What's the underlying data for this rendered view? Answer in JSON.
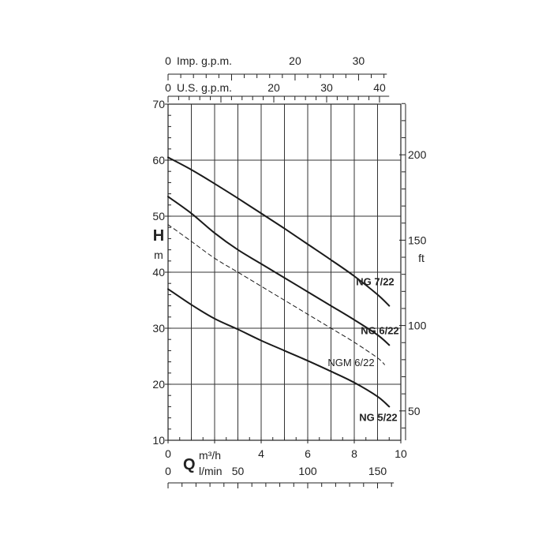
{
  "chart_data": {
    "type": "line",
    "x_axis": {
      "unit": "m³/h",
      "range": [
        0,
        10
      ],
      "ticks": [
        0,
        2,
        4,
        6,
        8,
        10
      ],
      "tick_labels": [
        "0",
        "",
        "4",
        "6",
        "8",
        "10"
      ]
    },
    "x_axis_letter": "Q",
    "x_axis_lpm": {
      "unit": "l/min",
      "ticks": [
        0,
        50,
        100,
        150
      ],
      "tick_labels": [
        "0",
        "50",
        "100",
        "150"
      ]
    },
    "x_axis_us_gpm": {
      "label": "U.S. g.p.m.",
      "ticks": [
        0,
        20,
        30,
        40
      ],
      "tick_labels": [
        "0",
        "20",
        "30",
        "40"
      ]
    },
    "x_axis_imp_gpm": {
      "label": "Imp. g.p.m.",
      "ticks": [
        0,
        20,
        30
      ],
      "tick_labels": [
        "0",
        "20",
        "30"
      ]
    },
    "y_axis": {
      "letter": "H",
      "unit": "m",
      "range": [
        10,
        70
      ],
      "ticks": [
        10,
        20,
        30,
        40,
        50,
        60,
        70
      ],
      "tick_labels": [
        "10",
        "20",
        "30",
        "40",
        "50",
        "60",
        "70"
      ]
    },
    "y_axis_ft": {
      "unit": "ft",
      "ticks": [
        50,
        100,
        150,
        200
      ],
      "tick_labels": [
        "50",
        "100",
        "150",
        "200"
      ]
    },
    "series": [
      {
        "name": "NG 7/22",
        "style": "solid",
        "x": [
          0,
          1,
          2,
          3,
          4,
          5,
          6,
          7,
          8,
          9,
          9.5
        ],
        "y": [
          60.5,
          58.3,
          55.8,
          53.2,
          50.5,
          47.8,
          45.0,
          42.2,
          39.3,
          36.0,
          34.0
        ]
      },
      {
        "name": "NG 6/22",
        "style": "solid",
        "x": [
          0,
          1,
          2,
          3,
          4,
          5,
          6,
          7,
          8,
          9,
          9.5
        ],
        "y": [
          53.5,
          50.5,
          47.0,
          44.0,
          41.5,
          39.0,
          36.5,
          34.0,
          31.5,
          28.8,
          27.0
        ]
      },
      {
        "name": "NGM 6/22",
        "style": "dashed",
        "x": [
          0,
          1,
          2,
          3,
          4,
          5,
          6,
          7,
          8,
          9,
          9.3
        ],
        "y": [
          48.5,
          45.5,
          42.5,
          40.0,
          37.5,
          35.0,
          32.5,
          30.0,
          27.5,
          24.7,
          23.5
        ]
      },
      {
        "name": "NG 5/22",
        "style": "solid",
        "x": [
          0,
          1,
          2,
          3,
          4,
          5,
          6,
          7,
          8,
          9,
          9.5
        ],
        "y": [
          37.0,
          34.2,
          31.7,
          29.8,
          27.8,
          26.0,
          24.2,
          22.3,
          20.3,
          17.8,
          16.0
        ]
      }
    ],
    "grid": true
  },
  "colors": {
    "line": "#1a1a1a",
    "grid": "#333333",
    "text": "#222222"
  }
}
